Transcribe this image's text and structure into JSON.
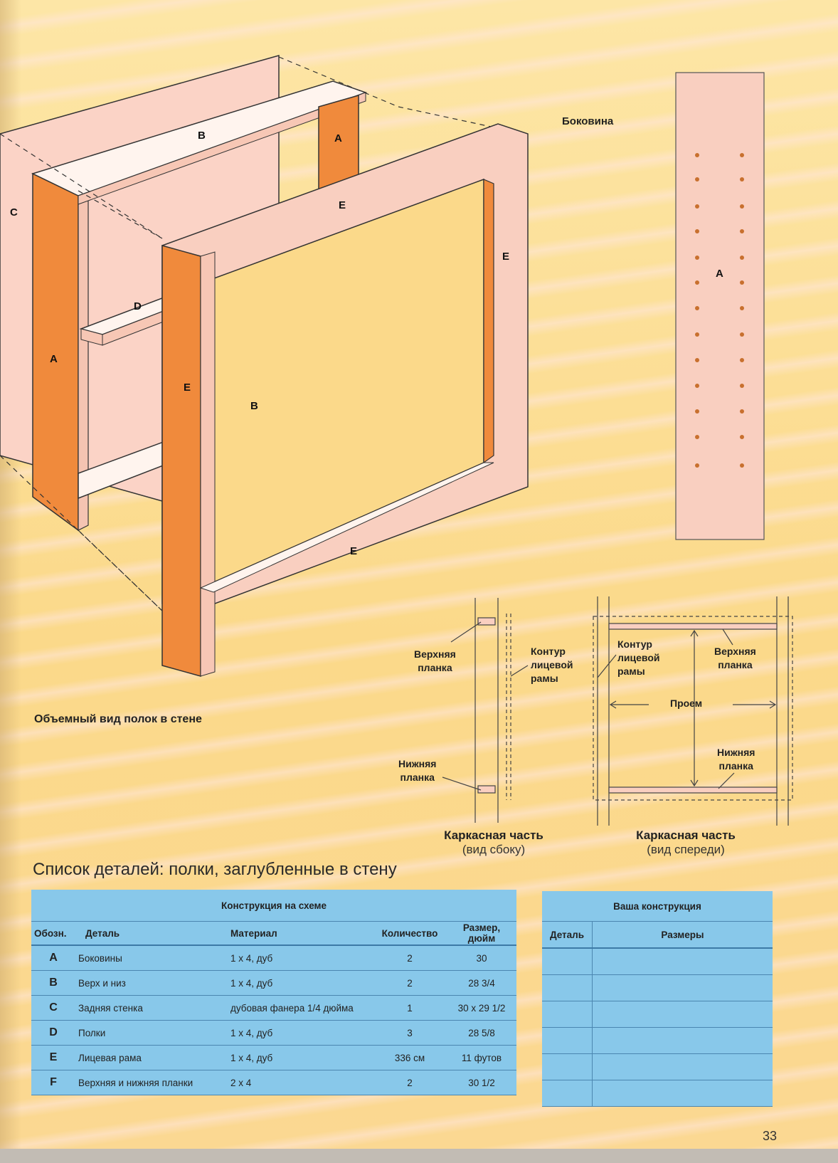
{
  "drawing": {
    "side_panel_title": "Боковина",
    "iso_caption": "Объемный вид полок в стене",
    "iso_letters": {
      "a_top": "A",
      "a_left": "A",
      "b_top": "B",
      "b_bottom": "B",
      "c": "C",
      "d": "D",
      "e_top": "E",
      "e_right": "E",
      "e_left": "E",
      "e_bottom": "E",
      "side_a": "A"
    },
    "side_view": {
      "upper_plank": "Верхняя\nпланка",
      "frame_contour": "Контур\nлицевой\nрамы",
      "lower_plank": "Нижняя\nпланка",
      "caption_bold": "Каркасная часть",
      "caption_normal": "(вид сбоку)"
    },
    "front_view": {
      "frame_contour": "Контур\nлицевой\nрамы",
      "upper_plank": "Верхняя\nпланка",
      "opening": "Проем",
      "lower_plank": "Нижняя\nпланка",
      "caption_bold": "Каркасная часть",
      "caption_normal": "(вид спереди)"
    }
  },
  "parts_list": {
    "title": "Список деталей: полки, заглубленные в стену",
    "caption": "Конструкция на схеме",
    "headers": {
      "code": "Обозн.",
      "part": "Деталь",
      "material": "Материал",
      "qty": "Количество",
      "size": "Размер, дюйм"
    },
    "rows": [
      {
        "code": "A",
        "part": "Боковины",
        "material": "1 х 4, дуб",
        "qty": "2",
        "size": "30"
      },
      {
        "code": "B",
        "part": "Верх и низ",
        "material": "1 х 4, дуб",
        "qty": "2",
        "size": "28 3/4"
      },
      {
        "code": "C",
        "part": "Задняя стенка",
        "material": "дубовая фанера 1/4 дюйма",
        "qty": "1",
        "size": "30 х 29 1/2"
      },
      {
        "code": "D",
        "part": "Полки",
        "material": "1 х 4, дуб",
        "qty": "3",
        "size": "28 5/8"
      },
      {
        "code": "E",
        "part": "Лицевая рама",
        "material": "1 х 4, дуб",
        "qty": "336 см",
        "size": "11 футов"
      },
      {
        "code": "F",
        "part": "Верхняя и нижняя планки",
        "material": "2 х 4",
        "qty": "2",
        "size": "30 1/2"
      }
    ]
  },
  "own_construction": {
    "caption": "Ваша конструкция",
    "headers": {
      "part": "Деталь",
      "dims": "Размеры"
    },
    "empty_rows": 6
  },
  "page_number": "33"
}
